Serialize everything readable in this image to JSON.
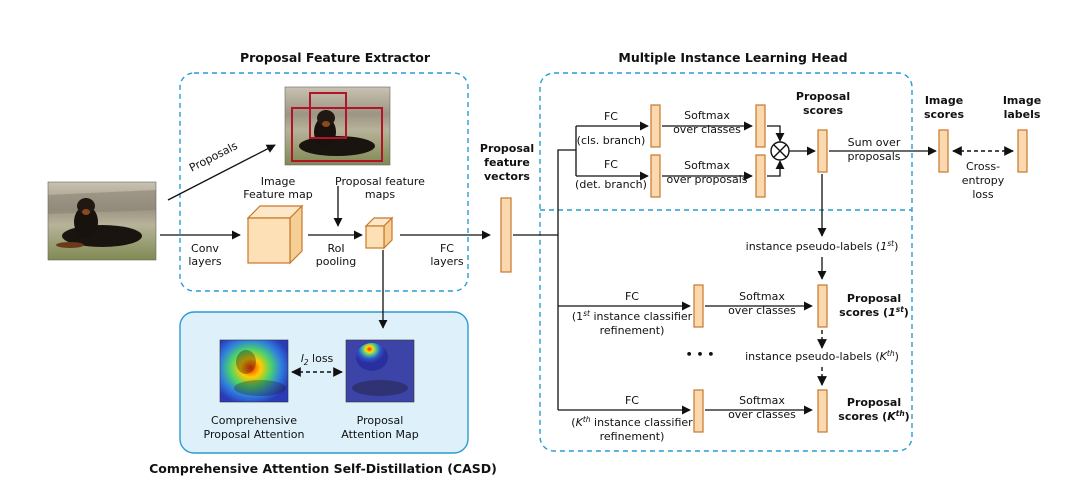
{
  "sections": {
    "proposal_feature_extractor": "Proposal Feature Extractor",
    "mil_head": "Multiple Instance Learning Head",
    "casd": "Comprehensive Attention Self-Distillation (CASD)"
  },
  "extractor": {
    "proposals": "Proposals",
    "image_feature_map_1": "Image",
    "image_feature_map_2": "Feature map",
    "proposal_feature_maps_1": "Proposal feature",
    "proposal_feature_maps_2": "maps",
    "conv_1": "Conv",
    "conv_2": "layers",
    "roi_1": "RoI",
    "roi_2": "pooling",
    "fc_1": "FC",
    "fc_2": "layers"
  },
  "vectors": {
    "l1": "Proposal",
    "l2": "feature",
    "l3": "vectors"
  },
  "mil": {
    "fc_cls": "FC",
    "cls_branch": "(cls. branch)",
    "fc_det": "FC",
    "det_branch": "(det. branch)",
    "softmax_cls_1": "Softmax",
    "softmax_cls_2": "over classes",
    "softmax_det_1": "Softmax",
    "softmax_det_2": "over proposals",
    "proposal_scores_1": "Proposal",
    "proposal_scores_2": "scores",
    "sum_1": "Sum over",
    "sum_2": "proposals",
    "image_scores_1": "Image",
    "image_scores_2": "scores",
    "image_labels_1": "Image",
    "image_labels_2": "labels",
    "ce_1": "Cross-",
    "ce_2": "entropy",
    "ce_3": "loss"
  },
  "refine": {
    "pseudo_1_a": "instance pseudo-labels (",
    "pseudo_1_k": "1",
    "pseudo_1_sup": "st",
    "pseudo_1_b": ")",
    "fc_1": "FC",
    "r1_line1_sup": "st",
    "r1_line1_pre": "(1",
    "r1_line1_post": " instance classifier",
    "r1_line2": "refinement)",
    "softmax_1a": "Softmax",
    "softmax_1b": "over classes",
    "scores_1_a": "Proposal",
    "scores_1_b": "scores (",
    "scores_1_k": "1",
    "scores_1_sup": "st",
    "scores_1_c": ")",
    "dots": "• • •",
    "pseudo_k_a": "instance pseudo-labels (",
    "pseudo_k_k": "K",
    "pseudo_k_sup": "th",
    "pseudo_k_b": ")",
    "fc_k": "FC",
    "rk_line1_pre": "(",
    "rk_line1_k": "K",
    "rk_line1_sup": "th",
    "rk_line1_post": " instance classifier",
    "rk_line2": "refinement)",
    "softmax_ka": "Softmax",
    "softmax_kb": "over classes",
    "scores_k_a": "Proposal",
    "scores_k_b": "scores (",
    "scores_k_k": "K",
    "scores_k_sup": "th",
    "scores_k_c": ")"
  },
  "casd": {
    "loss_l": "l",
    "loss_sub": "2",
    "loss_word": " loss",
    "comp_1": "Comprehensive",
    "comp_2": "Proposal Attention",
    "pam_1": "Proposal",
    "pam_2": "Attention Map"
  }
}
